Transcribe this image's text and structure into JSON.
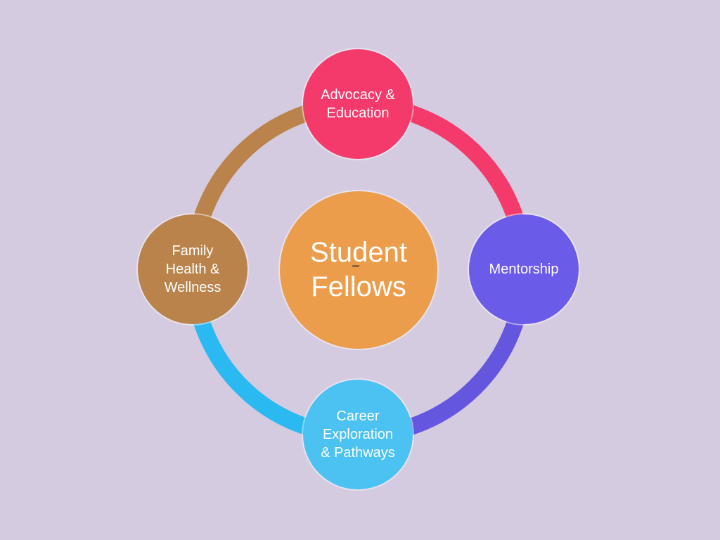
{
  "background": "#D5CBE0",
  "diagram": {
    "title_semantic": "Student Fellows program wheel diagram",
    "center": {
      "lines": [
        "Student",
        "Fellows"
      ],
      "color": "#EC9D4C",
      "text_color": "#FFFFFF"
    },
    "nodes": [
      {
        "id": "advocacy-education",
        "position": "top",
        "color": "#F43A6B",
        "lines": [
          "Advocacy &",
          "Education"
        ]
      },
      {
        "id": "mentorship",
        "position": "right",
        "color": "#6B5BE9",
        "lines": [
          "Mentorship"
        ]
      },
      {
        "id": "career-exploration",
        "position": "bottom",
        "color": "#4BC2F2",
        "lines": [
          "Career",
          "Exploration",
          "& Pathways"
        ]
      },
      {
        "id": "family-health",
        "position": "left",
        "color": "#B9834B",
        "lines": [
          "Family",
          "Health &",
          "Wellness"
        ]
      }
    ],
    "ring_segments": [
      {
        "from": "family-health",
        "to": "advocacy-education",
        "quadrant": "top-left",
        "color": "#B9834B"
      },
      {
        "from": "advocacy-education",
        "to": "mentorship",
        "quadrant": "top-right",
        "color": "#F43A6B"
      },
      {
        "from": "mentorship",
        "to": "career-exploration",
        "quadrant": "bottom-right",
        "color": "#6456DE"
      },
      {
        "from": "career-exploration",
        "to": "family-health",
        "quadrant": "bottom-left",
        "color": "#2BB9F1"
      }
    ]
  }
}
